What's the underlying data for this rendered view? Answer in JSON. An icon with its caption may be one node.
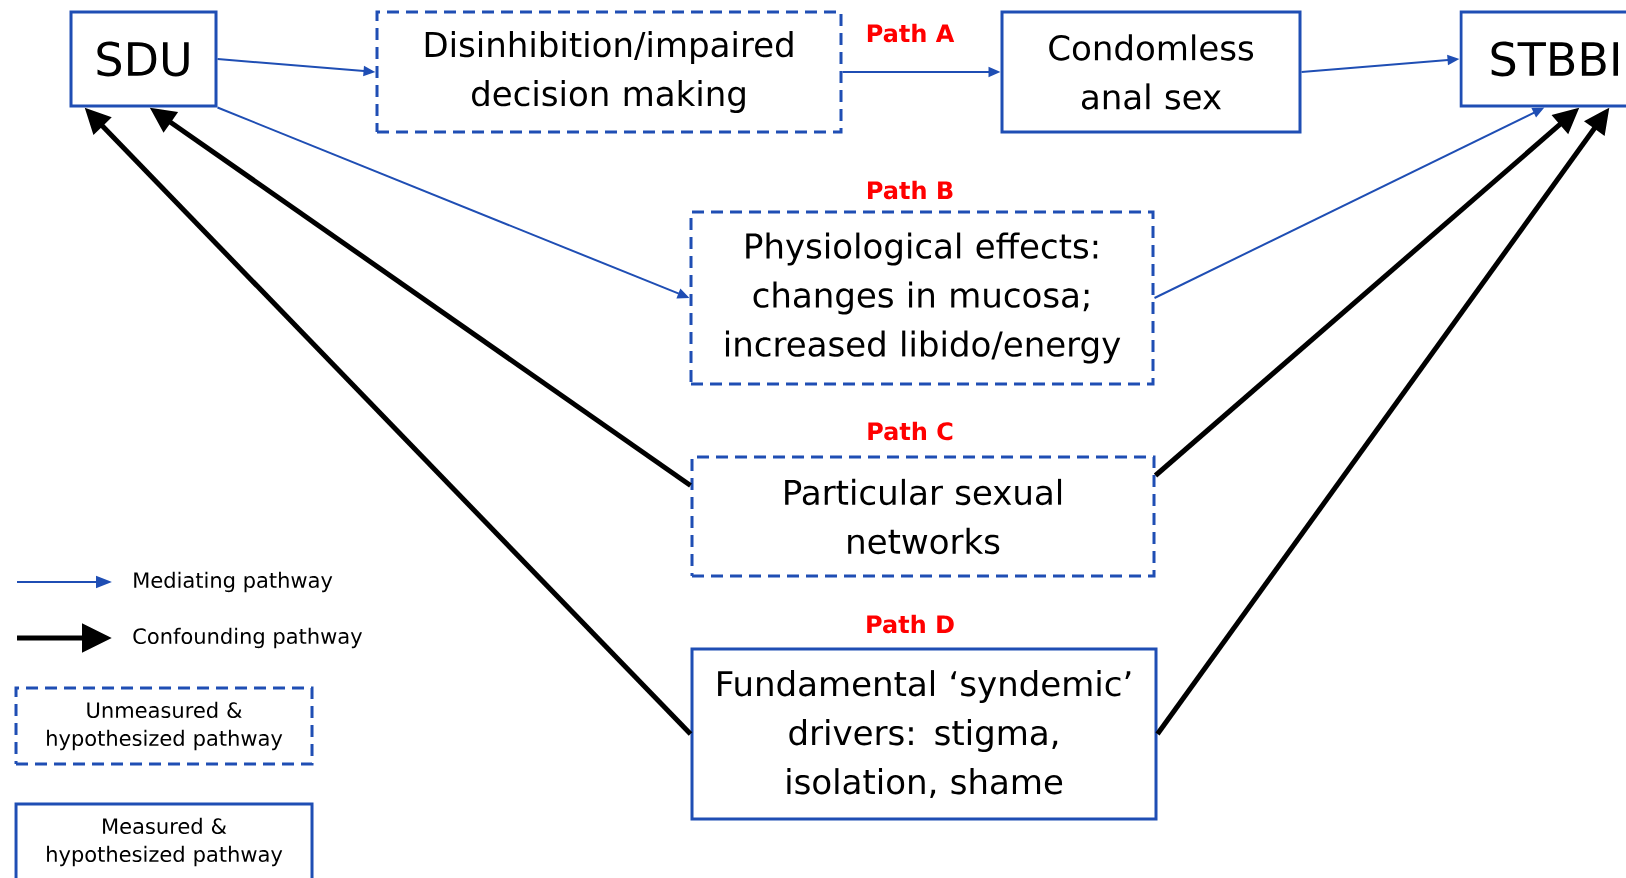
{
  "diagram": {
    "nodes": [
      {
        "text": [
          "SDU"
        ]
      },
      {
        "text": [
          "Disinhibition/impaired decision making"
        ]
      },
      {
        "text": [
          "Condomless anal sex"
        ]
      },
      {
        "text": [
          "STBBI"
        ]
      },
      {
        "text": [
          "Physiological effects: changes in mucosa; increased libido/energy"
        ]
      },
      {
        "text": [
          "Particular sexual networks"
        ]
      },
      {
        "text": [
          "Fundamental ‘syndemic’ drivers: stigma, isolation, shame"
        ]
      }
    ],
    "edges": [
      {
        "from": 0,
        "to": 1,
        "arrow": "to"
      },
      {
        "from": 1,
        "to": 2,
        "arrow": "to"
      },
      {
        "from": 2,
        "to": 3,
        "arrow": "to"
      },
      {
        "from": 0,
        "to": 4,
        "arrow": "to"
      },
      {
        "from": 4,
        "to": 3,
        "arrow": "to"
      },
      {
        "from": 5,
        "to": 0,
        "arrow": "to",
        "style": "thick",
        "color": "#000000"
      },
      {
        "from": 6,
        "to": 0,
        "arrow": "to",
        "style": "thick",
        "color": "#000000"
      },
      {
        "from": 5,
        "to": 3,
        "arrow": "to",
        "style": "thick",
        "color": "#000000"
      },
      {
        "from": 6,
        "to": 3,
        "arrow": "to",
        "style": "thick",
        "color": "#000000"
      }
    ],
    "labels": [
      "Path A",
      "Path B",
      "Path C",
      "Path D"
    ],
    "legend": [
      {
        "text": "Mediating pathway"
      },
      {
        "text": "Confounding pathway"
      },
      {
        "text": "Unmeasured & hypothesized pathway"
      },
      {
        "text": "Measured & hypothesized pathway"
      }
    ]
  }
}
